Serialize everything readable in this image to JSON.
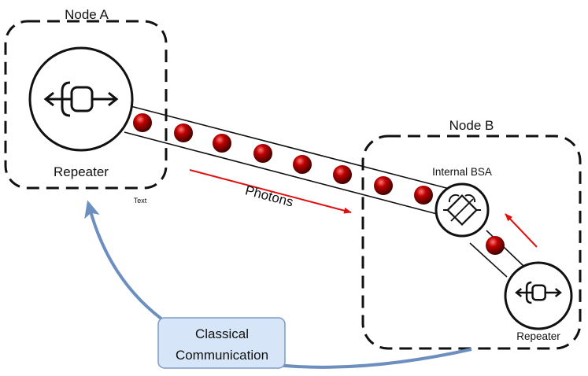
{
  "node_a": {
    "title": "Node A",
    "repeater_label": "Repeater",
    "small_text": "Text"
  },
  "node_b": {
    "title": "Node B",
    "bsa_label": "Internal BSA",
    "repeater_label": "Repeater"
  },
  "photons_label": "Photons",
  "classical_box": {
    "line1": "Classical",
    "line2": "Communication"
  },
  "icons": {
    "repeater": "repeater-icon",
    "bsa": "beam-splitter-icon",
    "photon": "photon-sphere-icon"
  },
  "colors": {
    "photon": "#b00000",
    "arrow_red": "#e01010",
    "classical_arrow": "#6d8fc0",
    "classical_box_fill": "#d6e5f7",
    "classical_box_stroke": "#7d9ac6"
  }
}
